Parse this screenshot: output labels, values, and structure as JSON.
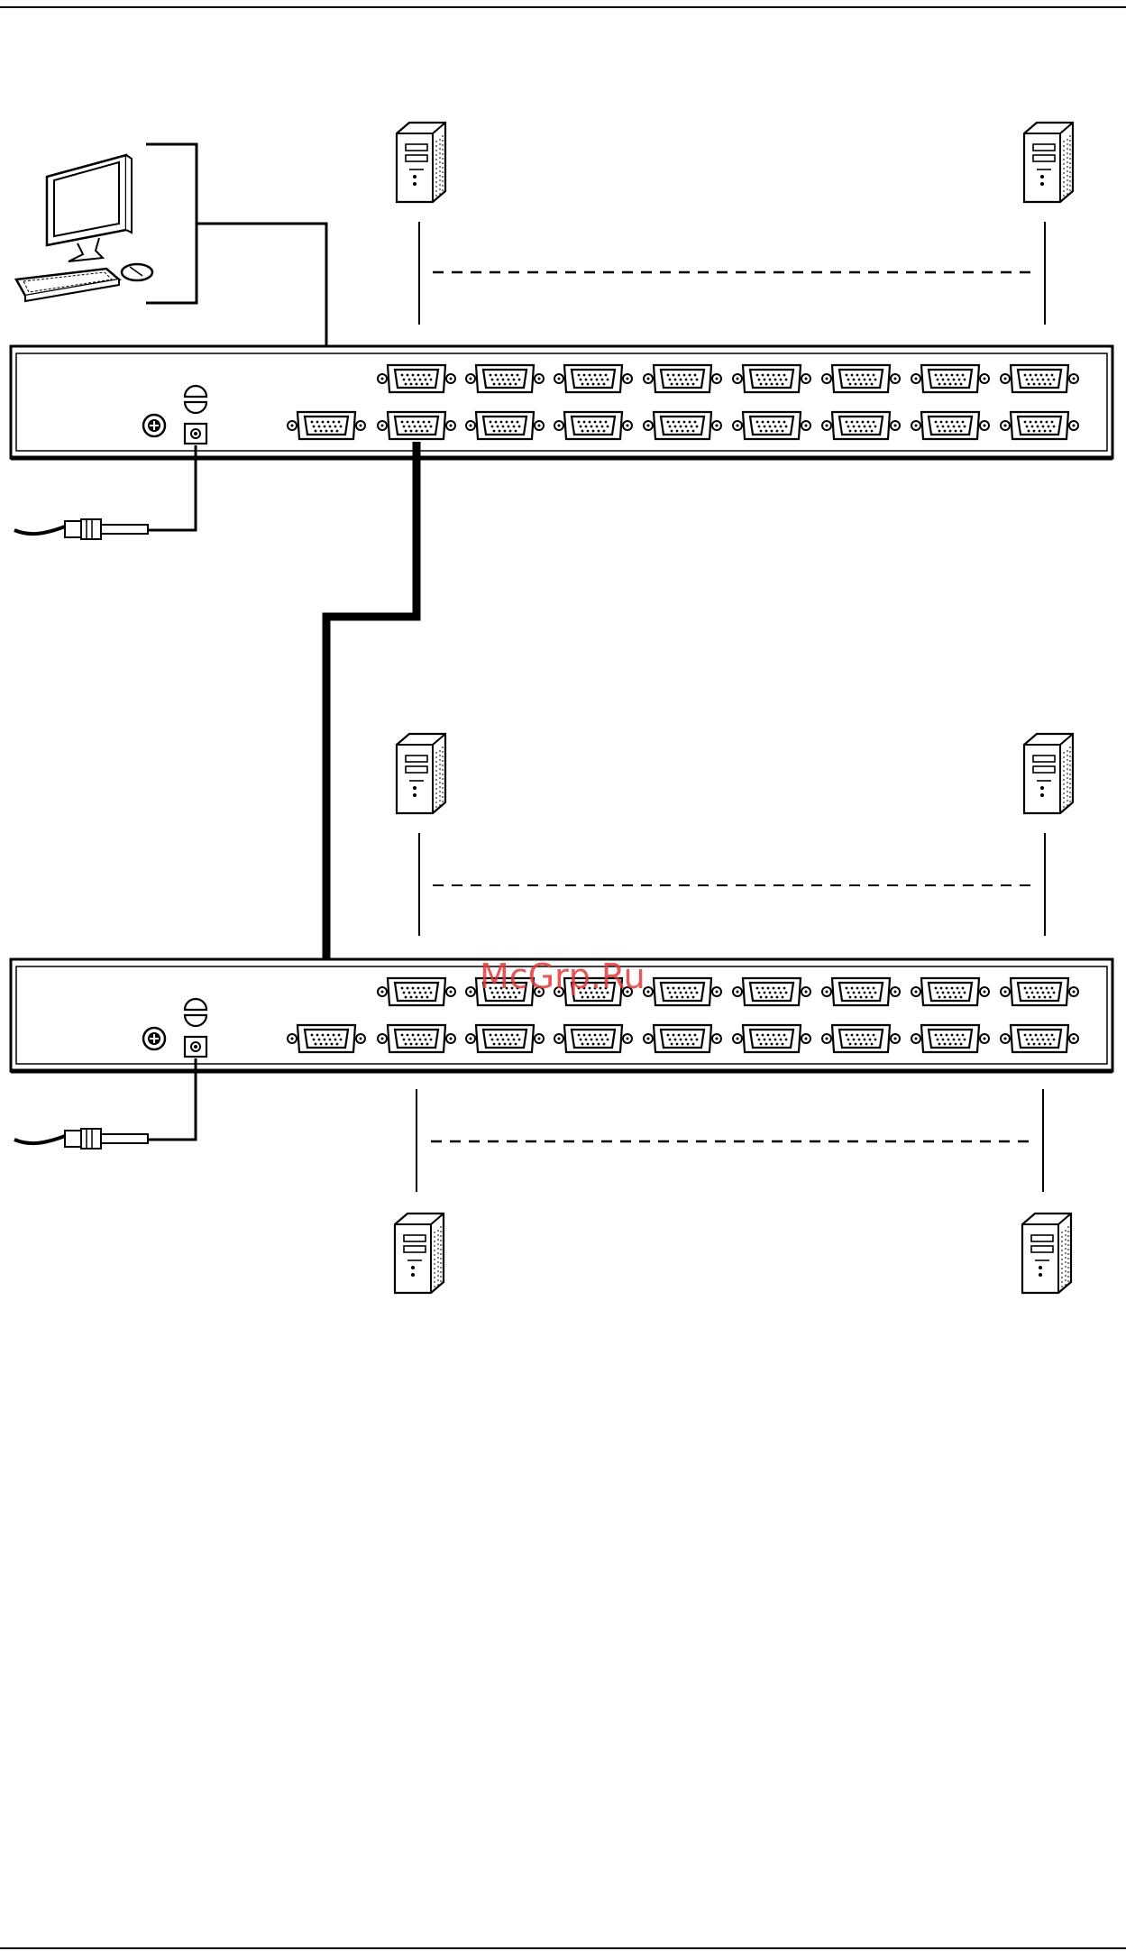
{
  "watermark": "McGrp.Ru",
  "colors": {
    "line": "#000000",
    "background": "#ffffff",
    "watermark": "#e23a3a"
  },
  "icons": {
    "console": [
      "monitor-icon",
      "keyboard-icon",
      "mouse-icon"
    ],
    "server": "server-tower-icon",
    "power": "power-adapter-icon",
    "port": "db15-port-icon"
  },
  "switch_units": [
    {
      "name": "switch-1",
      "cpu_ports": 16
    },
    {
      "name": "switch-2",
      "cpu_ports": 16
    }
  ]
}
